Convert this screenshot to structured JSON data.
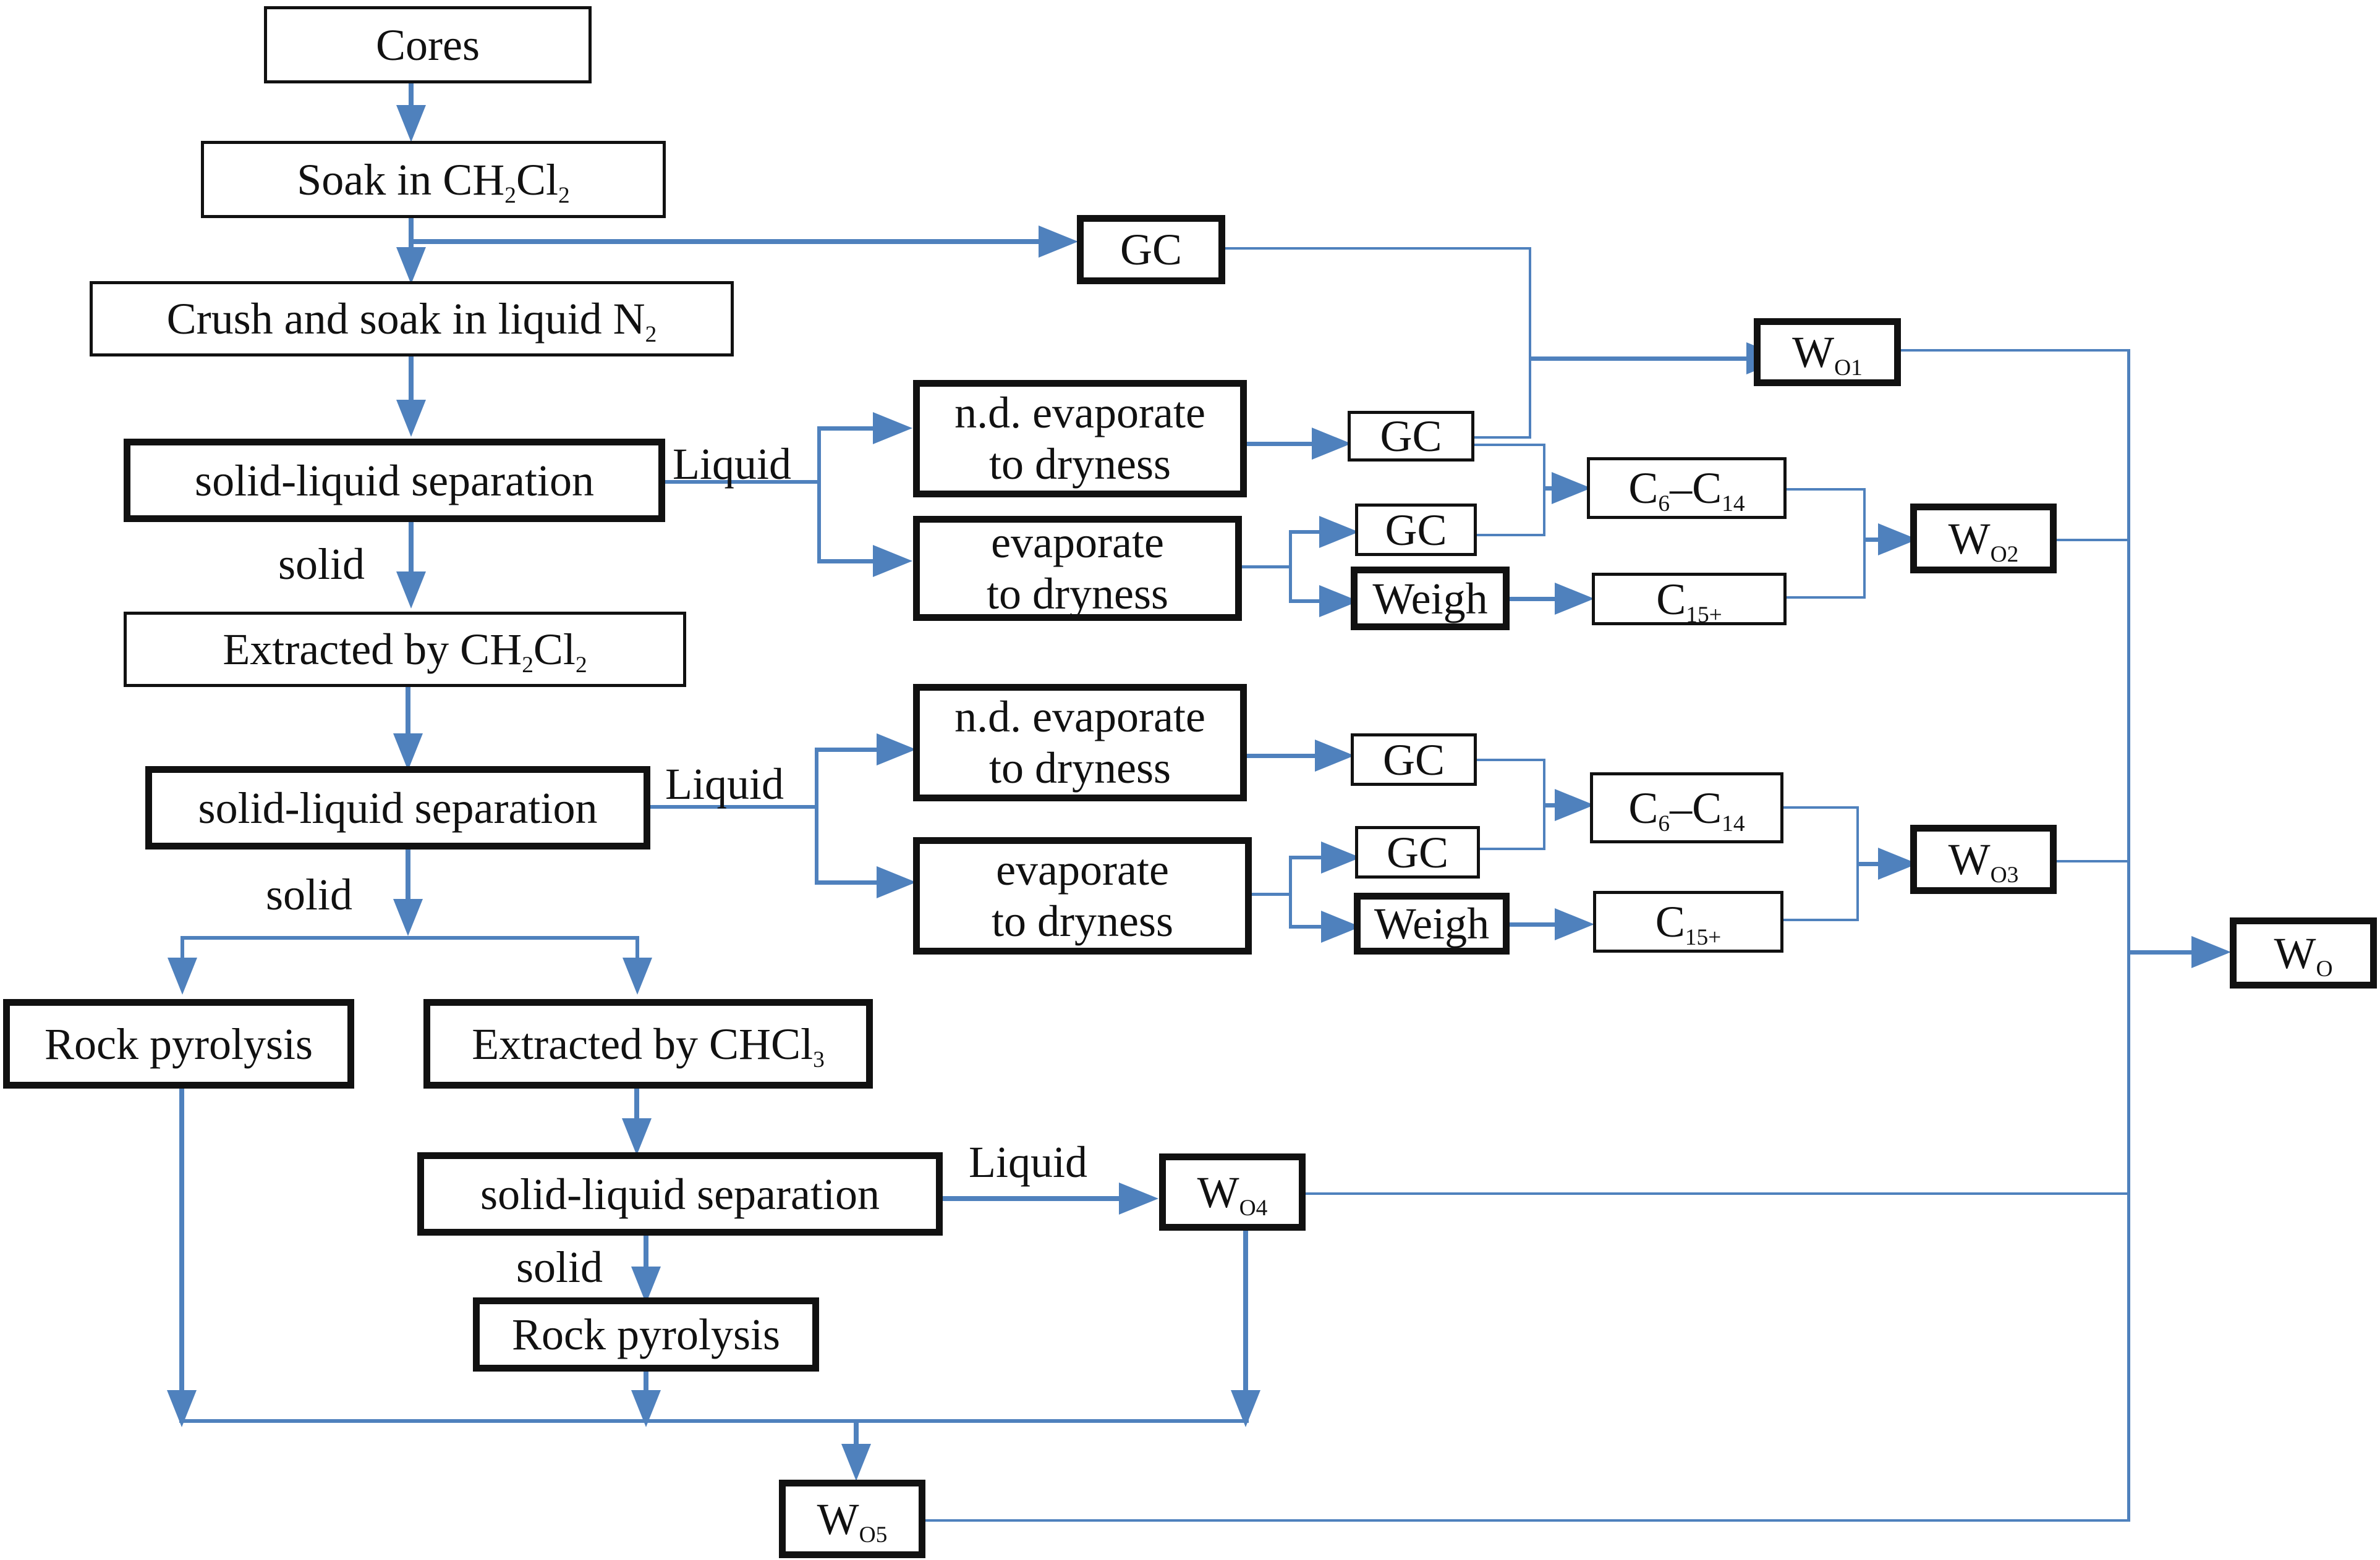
{
  "nodes": {
    "cores": "Cores",
    "soak": {
      "text": "Soak  in  CH",
      "sub1": "2",
      "mid": "Cl",
      "sub2": "2"
    },
    "crush": {
      "text": "Crush and soak in liquid N",
      "sub1": "2"
    },
    "sep1": "solid-liquid separation",
    "extract1": {
      "text": "Extracted by CH",
      "sub1": "2",
      "mid": "Cl",
      "sub2": "2"
    },
    "sep2": "solid-liquid separation",
    "rock1": "Rock pyrolysis",
    "extract2": {
      "text": "Extracted by CHCl",
      "sub1": "3"
    },
    "sep3": "solid-liquid separation",
    "rock2": "Rock pyrolysis",
    "gc_top": "GC",
    "nd1": {
      "line1": "n.d. evaporate",
      "line2": "to dryness"
    },
    "ev1": {
      "line1": "evaporate",
      "line2": "to dryness"
    },
    "gc1a": "GC",
    "gc1b": "GC",
    "weigh1": "Weigh",
    "c6_1": {
      "a": "C",
      "sub_a": "6",
      "dash": "–C",
      "sub_b": "14"
    },
    "c15_1": {
      "a": "C",
      "sub_a": "15+"
    },
    "nd2": {
      "line1": "n.d. evaporate",
      "line2": "to dryness"
    },
    "ev2": {
      "line1": "evaporate",
      "line2": "to dryness"
    },
    "gc2a": "GC",
    "gc2b": "GC",
    "weigh2": "Weigh",
    "c6_2": {
      "a": "C",
      "sub_a": "6",
      "dash": "–C",
      "sub_b": "14"
    },
    "c15_2": {
      "a": "C",
      "sub_a": "15+"
    },
    "wo1": {
      "a": "W",
      "sub": "O1"
    },
    "wo2": {
      "a": "W",
      "sub": "O2"
    },
    "wo3": {
      "a": "W",
      "sub": "O3"
    },
    "wo4": {
      "a": "W",
      "sub": "O4"
    },
    "wo5": {
      "a": "W",
      "sub": "O5"
    },
    "wo": {
      "a": "W",
      "sub": "O"
    }
  },
  "labels": {
    "liquid1": "Liquid",
    "solid1": "solid",
    "liquid2": "Liquid",
    "solid2": "solid",
    "liquid3": "Liquid",
    "solid3": "solid"
  },
  "colors": {
    "connector": "#4f81bd",
    "box_border": "#111111"
  }
}
